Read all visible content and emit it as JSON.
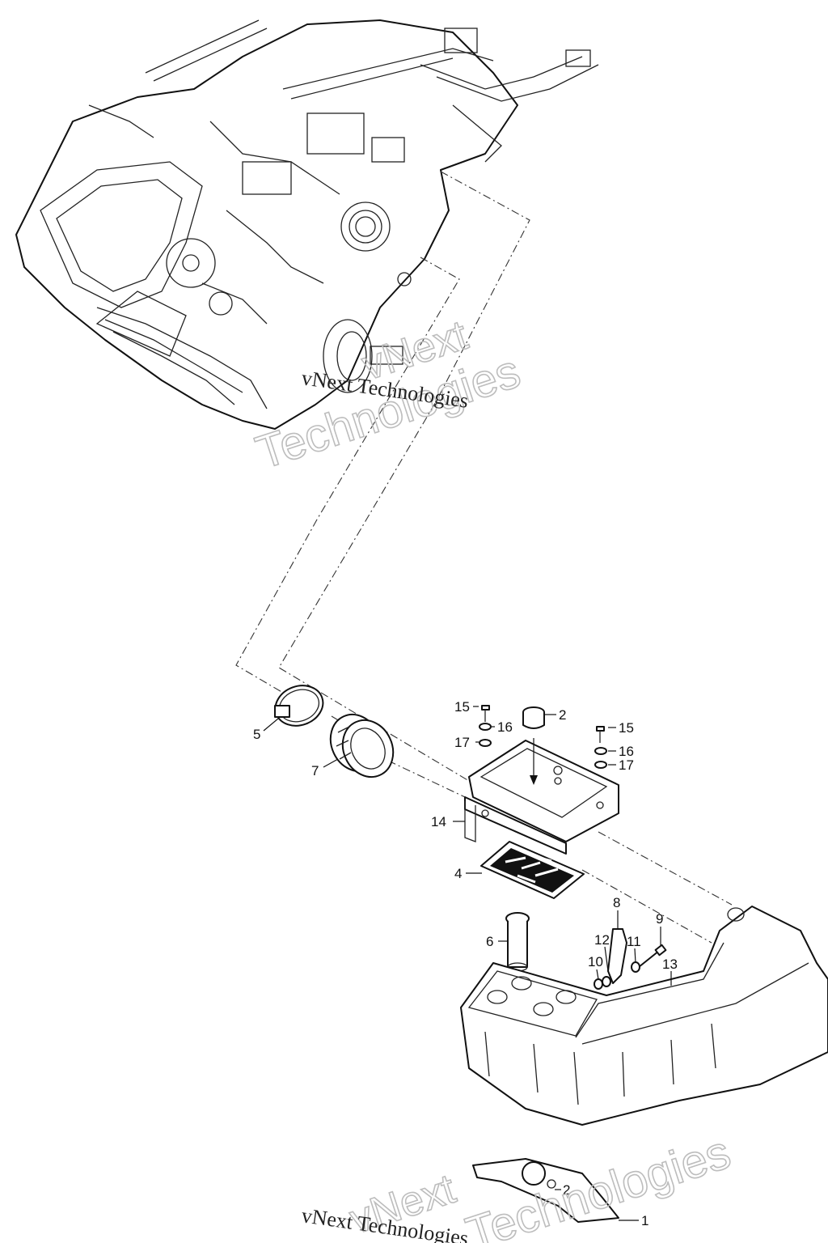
{
  "diagram": {
    "callouts": [
      {
        "id": "c15a",
        "label": "15"
      },
      {
        "id": "c2a",
        "label": "2"
      },
      {
        "id": "c16a",
        "label": "16"
      },
      {
        "id": "c17a",
        "label": "17"
      },
      {
        "id": "c15b",
        "label": "15"
      },
      {
        "id": "c16b",
        "label": "16"
      },
      {
        "id": "c17b",
        "label": "17"
      },
      {
        "id": "c5",
        "label": "5"
      },
      {
        "id": "c7",
        "label": "7"
      },
      {
        "id": "c14",
        "label": "14"
      },
      {
        "id": "c4",
        "label": "4"
      },
      {
        "id": "c8",
        "label": "8"
      },
      {
        "id": "c9",
        "label": "9"
      },
      {
        "id": "c6",
        "label": "6"
      },
      {
        "id": "c12",
        "label": "12"
      },
      {
        "id": "c11",
        "label": "11"
      },
      {
        "id": "c10",
        "label": "10"
      },
      {
        "id": "c13",
        "label": "13"
      },
      {
        "id": "c2b",
        "label": "2"
      },
      {
        "id": "c1",
        "label": "1"
      }
    ],
    "watermarks": {
      "serif_top": "vNext Technologies",
      "outline_top_1": "vNext",
      "outline_top_2": "Technologies",
      "serif_bottom": "vNext Technologies",
      "outline_bottom_1": "vNext",
      "outline_bottom_2": "Technologies"
    }
  }
}
